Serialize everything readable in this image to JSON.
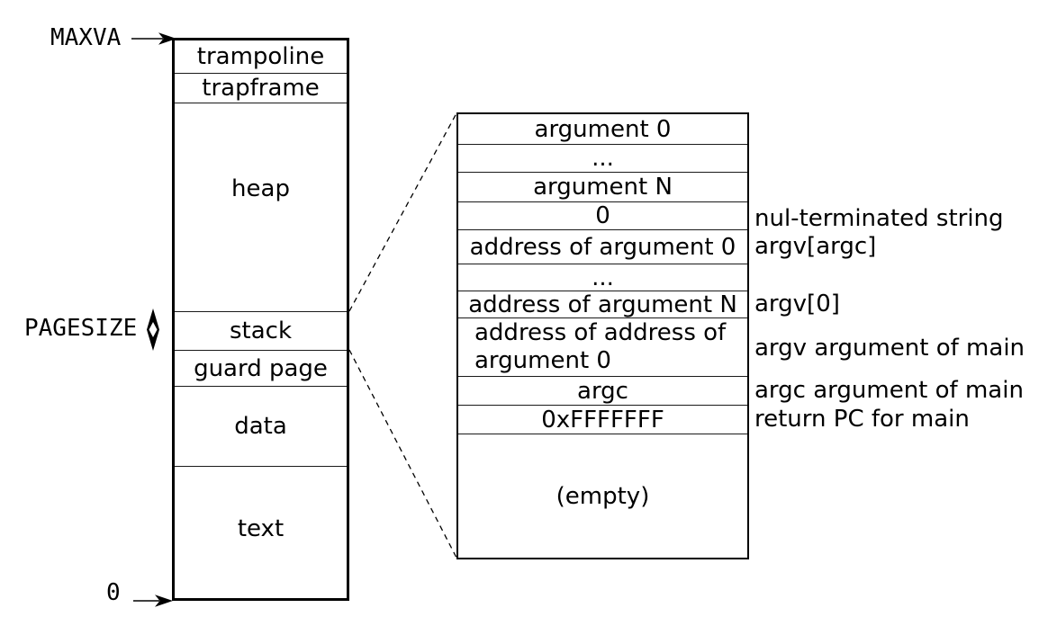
{
  "markers": {
    "maxva": "MAXVA",
    "pagesize": "PAGESIZE",
    "zero": "0"
  },
  "memory_map": {
    "sections": [
      {
        "label": "trampoline"
      },
      {
        "label": "trapframe"
      },
      {
        "label": "heap"
      },
      {
        "label": "stack"
      },
      {
        "label": "guard page"
      },
      {
        "label": "data"
      },
      {
        "label": "text"
      }
    ]
  },
  "stack_detail": {
    "rows": [
      {
        "label": "argument 0"
      },
      {
        "label": "..."
      },
      {
        "label": "argument N"
      },
      {
        "label": "0"
      },
      {
        "label": "address of argument 0"
      },
      {
        "label": "..."
      },
      {
        "label": "address of argument N"
      },
      {
        "label": "address of address of\n argument 0"
      },
      {
        "label": "argc"
      },
      {
        "label": "0xFFFFFFF"
      },
      {
        "label": "(empty)"
      }
    ],
    "annotations": [
      {
        "text": "nul-terminated string"
      },
      {
        "text": "argv[argc]"
      },
      {
        "text": "argv[0]"
      },
      {
        "text": "argv argument of main"
      },
      {
        "text": "argc argument of main"
      },
      {
        "text": "return PC for main"
      }
    ]
  },
  "colors": {
    "line": "#000000",
    "background": "#ffffff"
  }
}
